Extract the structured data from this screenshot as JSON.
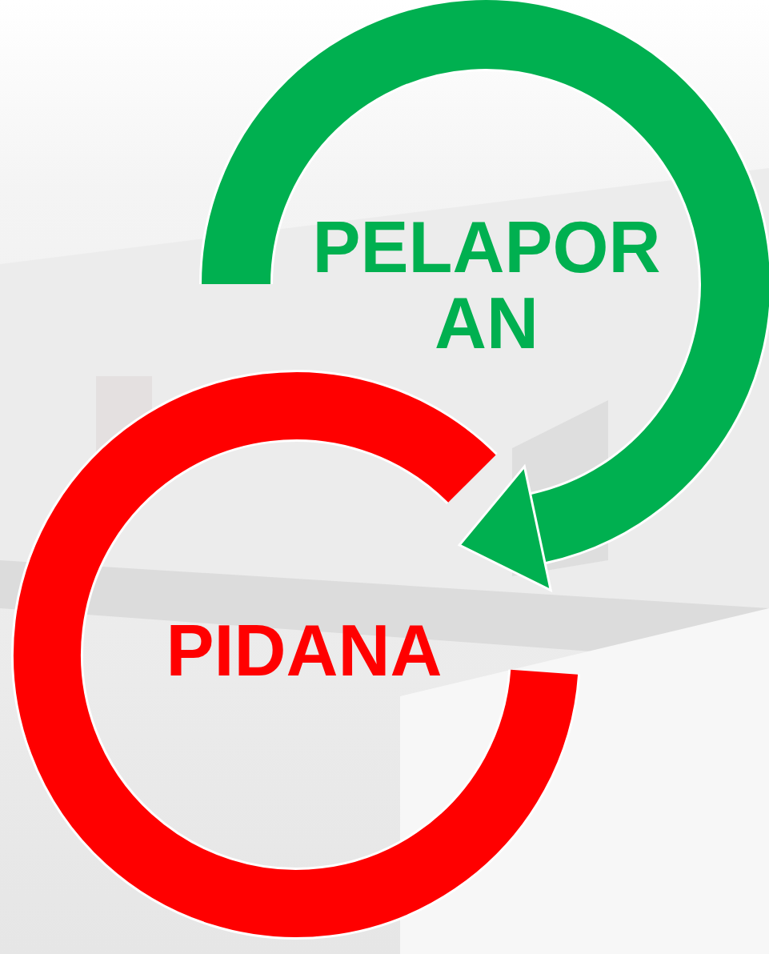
{
  "diagram": {
    "nodes": [
      {
        "text": [
          "PELAPOR AN"
        ]
      },
      {
        "text": [
          "PIDANA"
        ]
      }
    ],
    "edges": [
      {
        "from": 0,
        "to": 1,
        "arrow": "to"
      }
    ]
  }
}
